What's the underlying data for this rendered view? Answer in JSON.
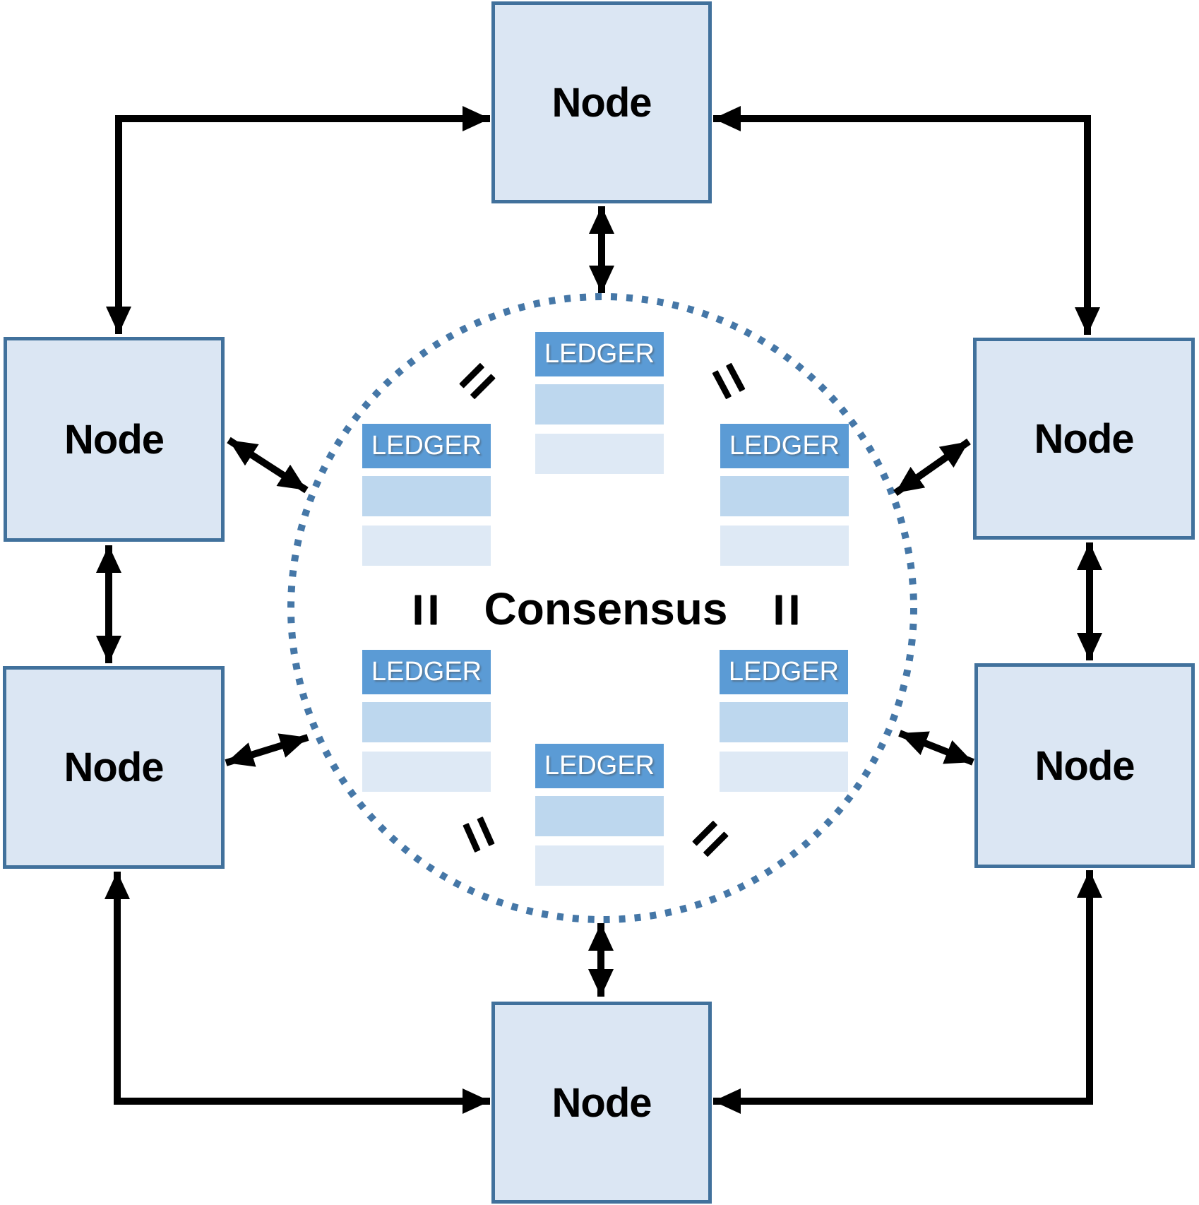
{
  "diagram": {
    "center_label": "Consensus",
    "nodes": [
      {
        "id": "top",
        "label": "Node"
      },
      {
        "id": "upper-left",
        "label": "Node"
      },
      {
        "id": "upper-right",
        "label": "Node"
      },
      {
        "id": "lower-left",
        "label": "Node"
      },
      {
        "id": "lower-right",
        "label": "Node"
      },
      {
        "id": "bottom",
        "label": "Node"
      }
    ],
    "ledgers": [
      {
        "id": "top-center",
        "label": "LEDGER"
      },
      {
        "id": "upper-left",
        "label": "LEDGER"
      },
      {
        "id": "upper-right",
        "label": "LEDGER"
      },
      {
        "id": "lower-left",
        "label": "LEDGER"
      },
      {
        "id": "lower-right",
        "label": "LEDGER"
      },
      {
        "id": "bottom-center",
        "label": "LEDGER"
      }
    ],
    "equals_symbol": "=",
    "colors": {
      "node_fill": "#dbe6f3",
      "node_border": "#41719c",
      "ledger_header": "#5b9bd5",
      "ledger_row1": "#bdd7ee",
      "ledger_row2": "#dee9f5",
      "circle_dots": "#4577a7",
      "arrows": "#000000"
    }
  }
}
